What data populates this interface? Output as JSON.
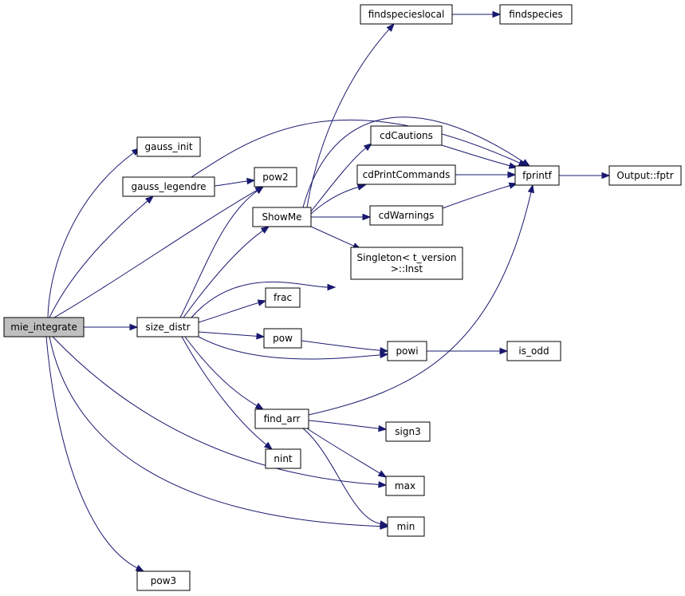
{
  "graph": {
    "root": "mie_integrate",
    "nodes": [
      {
        "id": "mie_integrate",
        "label": "mie_integrate",
        "root": true
      },
      {
        "id": "gauss_init",
        "label": "gauss_init"
      },
      {
        "id": "gauss_legendre",
        "label": "gauss_legendre"
      },
      {
        "id": "pow2",
        "label": "pow2"
      },
      {
        "id": "ShowMe",
        "label": "ShowMe"
      },
      {
        "id": "size_distr",
        "label": "size_distr"
      },
      {
        "id": "pow3",
        "label": "pow3"
      },
      {
        "id": "findspecieslocal",
        "label": "findspecieslocal"
      },
      {
        "id": "findspecies",
        "label": "findspecies"
      },
      {
        "id": "cdCautions",
        "label": "cdCautions"
      },
      {
        "id": "cdPrintCommands",
        "label": "cdPrintCommands"
      },
      {
        "id": "cdWarnings",
        "label": "cdWarnings"
      },
      {
        "id": "fprintf",
        "label": "fprintf"
      },
      {
        "id": "Output_fptr",
        "label": "Output::fptr"
      },
      {
        "id": "Singleton",
        "label": [
          "Singleton< t_version",
          ">::Inst"
        ]
      },
      {
        "id": "frac",
        "label": "frac"
      },
      {
        "id": "pow",
        "label": "pow"
      },
      {
        "id": "powi",
        "label": "powi"
      },
      {
        "id": "is_odd",
        "label": "is_odd"
      },
      {
        "id": "find_arr",
        "label": "find_arr"
      },
      {
        "id": "sign3",
        "label": "sign3"
      },
      {
        "id": "nint",
        "label": "nint"
      },
      {
        "id": "max",
        "label": "max"
      },
      {
        "id": "min",
        "label": "min"
      }
    ],
    "edges": [
      [
        "mie_integrate",
        "gauss_init"
      ],
      [
        "mie_integrate",
        "gauss_legendre"
      ],
      [
        "mie_integrate",
        "pow2"
      ],
      [
        "mie_integrate",
        "size_distr"
      ],
      [
        "mie_integrate",
        "max"
      ],
      [
        "mie_integrate",
        "min"
      ],
      [
        "mie_integrate",
        "pow3"
      ],
      [
        "gauss_legendre",
        "fprintf"
      ],
      [
        "gauss_legendre",
        "pow2"
      ],
      [
        "ShowMe",
        "findspecieslocal"
      ],
      [
        "ShowMe",
        "fprintf"
      ],
      [
        "ShowMe",
        "cdCautions"
      ],
      [
        "ShowMe",
        "cdPrintCommands"
      ],
      [
        "ShowMe",
        "cdWarnings"
      ],
      [
        "ShowMe",
        "Singleton"
      ],
      [
        "findspecieslocal",
        "findspecies"
      ],
      [
        "cdCautions",
        "fprintf"
      ],
      [
        "cdPrintCommands",
        "fprintf"
      ],
      [
        "cdWarnings",
        "fprintf"
      ],
      [
        "fprintf",
        "Output_fptr"
      ],
      [
        "size_distr",
        "pow2"
      ],
      [
        "size_distr",
        "ShowMe"
      ],
      [
        "size_distr",
        "fprintf"
      ],
      [
        "size_distr",
        "frac"
      ],
      [
        "size_distr",
        "pow"
      ],
      [
        "size_distr",
        "powi"
      ],
      [
        "size_distr",
        "find_arr"
      ],
      [
        "size_distr",
        "nint"
      ],
      [
        "pow",
        "powi"
      ],
      [
        "powi",
        "is_odd"
      ],
      [
        "find_arr",
        "fprintf"
      ],
      [
        "find_arr",
        "sign3"
      ],
      [
        "find_arr",
        "max"
      ],
      [
        "find_arr",
        "min"
      ]
    ]
  }
}
